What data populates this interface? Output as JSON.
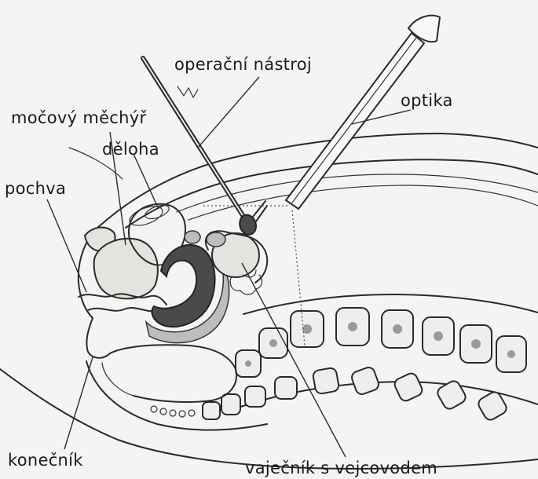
{
  "labels": {
    "instrument": "operační nástroj",
    "optics": "optika",
    "bladder": "močový měchýř",
    "uterus": "děloha",
    "vagina": "pochva",
    "rectum": "konečník",
    "ovary": "vaječník s vejcovodem"
  }
}
